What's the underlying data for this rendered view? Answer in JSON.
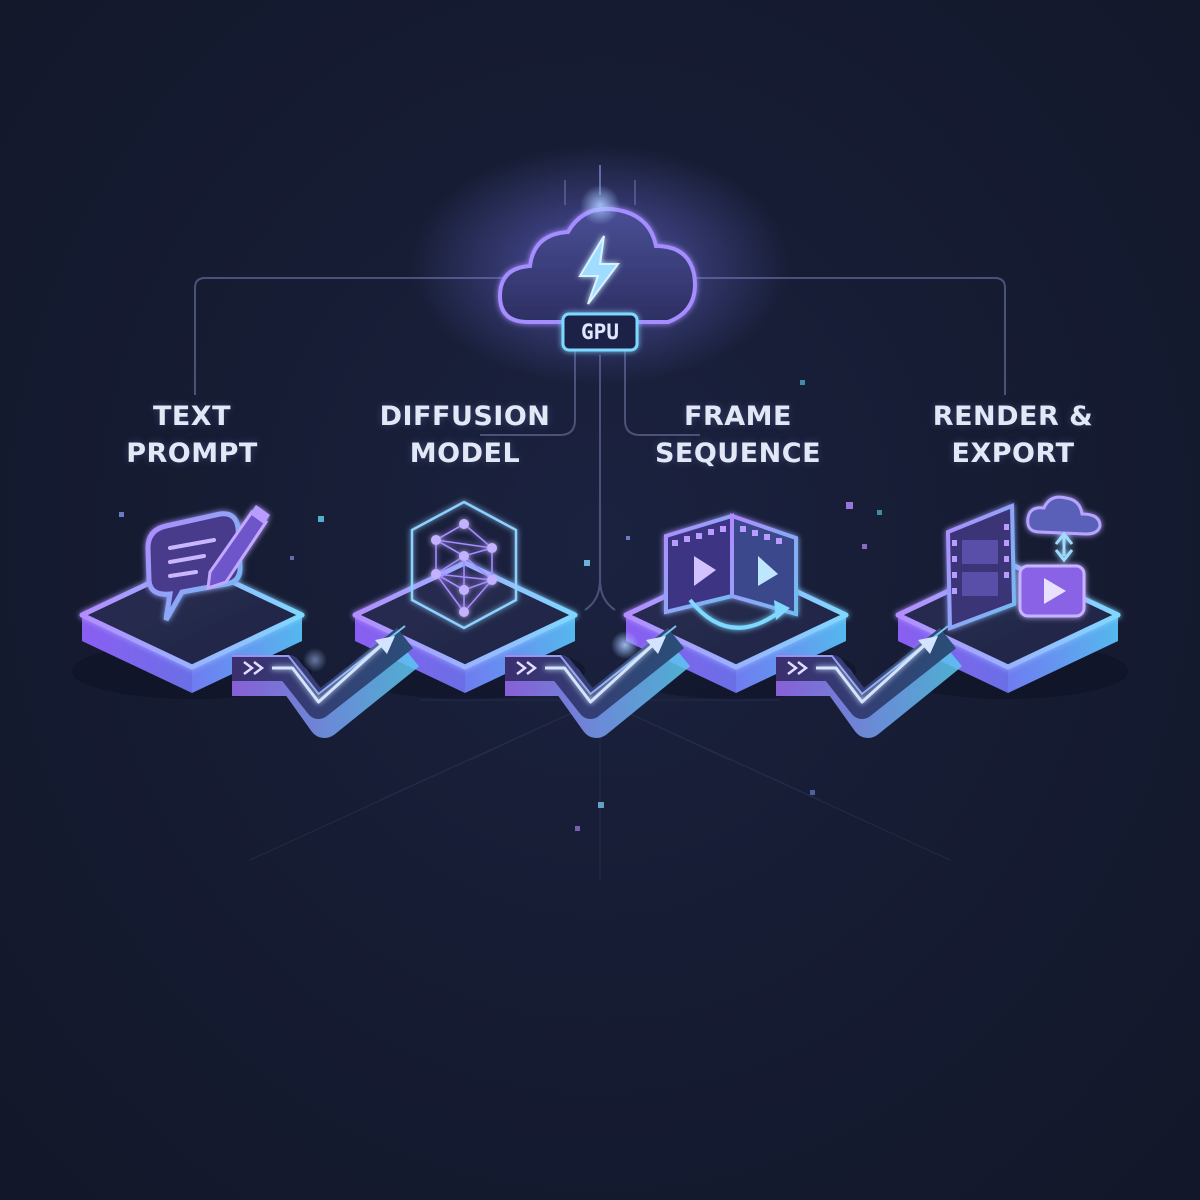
{
  "hub": {
    "label": "GPU",
    "icon": "cloud-lightning-icon"
  },
  "stages": [
    {
      "line1": "TEXT",
      "line2": "PROMPT",
      "icon": "chat-pencil-icon"
    },
    {
      "line1": "DIFFUSION",
      "line2": "MODEL",
      "icon": "neural-network-cube-icon"
    },
    {
      "line1": "FRAME",
      "line2": "SEQUENCE",
      "icon": "film-frames-icon"
    },
    {
      "line1": "RENDER &",
      "line2": "EXPORT",
      "icon": "film-cloud-play-icon"
    }
  ],
  "colors": {
    "background": "#141a2f",
    "purple": "#9a6cff",
    "violet": "#b98cff",
    "cyan": "#5fd4f5",
    "blue": "#6f8cff",
    "label": "#e3e8f6"
  }
}
